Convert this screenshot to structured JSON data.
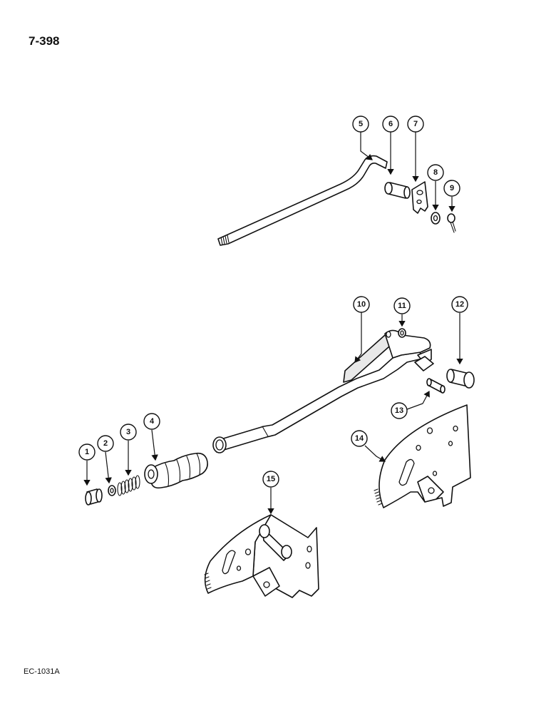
{
  "header": {
    "page_number": "7-398"
  },
  "footer": {
    "figure_code": "EC-1031A"
  },
  "callouts": [
    "1",
    "2",
    "3",
    "4",
    "5",
    "6",
    "7",
    "8",
    "9",
    "10",
    "11",
    "12",
    "13",
    "14",
    "15"
  ]
}
